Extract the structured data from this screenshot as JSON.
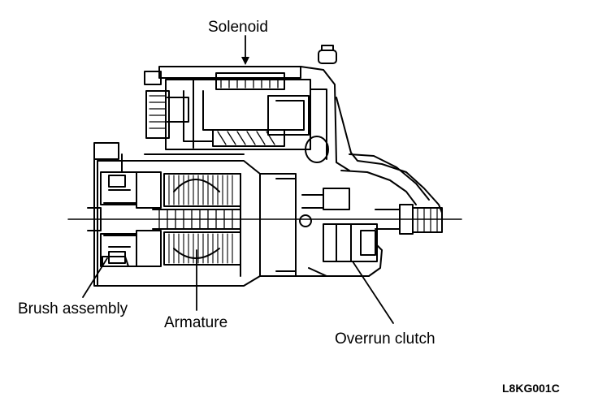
{
  "labels": {
    "solenoid": "Solenoid",
    "brush_assembly": "Brush assembly",
    "armature": "Armature",
    "overrun_clutch": "Overrun clutch"
  },
  "figure_code": "L8KG001C",
  "colors": {
    "line": "#000000",
    "background": "#ffffff"
  }
}
